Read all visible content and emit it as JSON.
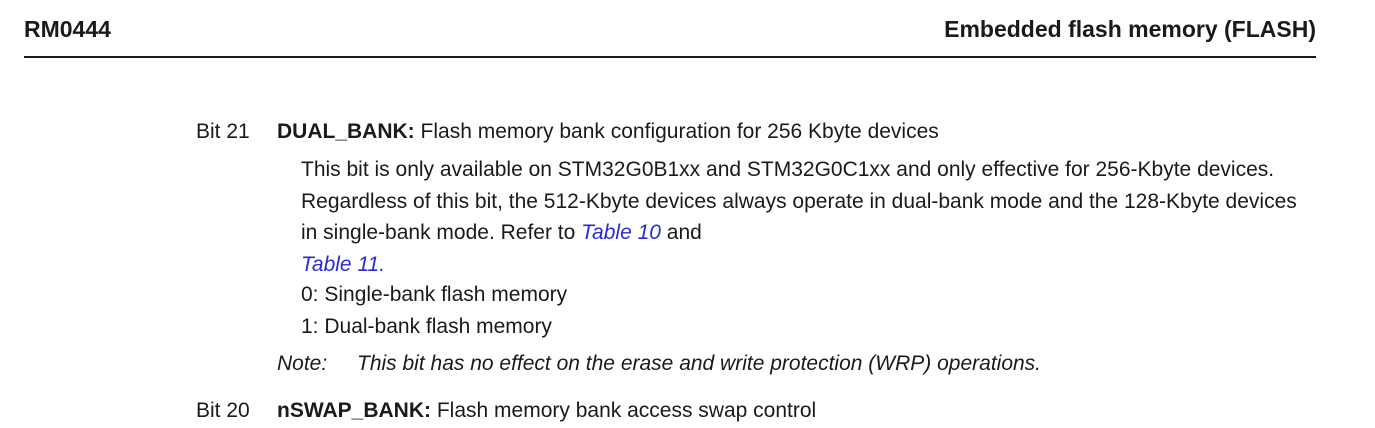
{
  "header": {
    "doc_id": "RM0444",
    "section_title": "Embedded flash memory (FLASH)"
  },
  "bit21": {
    "label": "Bit 21",
    "name": "DUAL_BANK:",
    "summary": "Flash memory bank configuration for 256 Kbyte devices",
    "desc_part1": "This bit is only available on STM32G0B1xx and STM32G0C1xx and only effective for 256-Kbyte devices. Regardless of this bit, the 512-Kbyte devices always operate in dual-bank mode and the 128-Kbyte devices in single-bank mode. Refer to ",
    "link1": "Table 10",
    "desc_and": " and ",
    "link2": "Table 11",
    "desc_end": ".",
    "values": [
      "0: Single-bank flash memory",
      "1: Dual-bank flash memory"
    ],
    "note_label": "Note:",
    "note_text": "This bit has no effect on the erase and write protection (WRP) operations."
  },
  "bit20": {
    "label": "Bit 20",
    "name": "nSWAP_BANK:",
    "summary": "Flash memory bank access swap control"
  }
}
